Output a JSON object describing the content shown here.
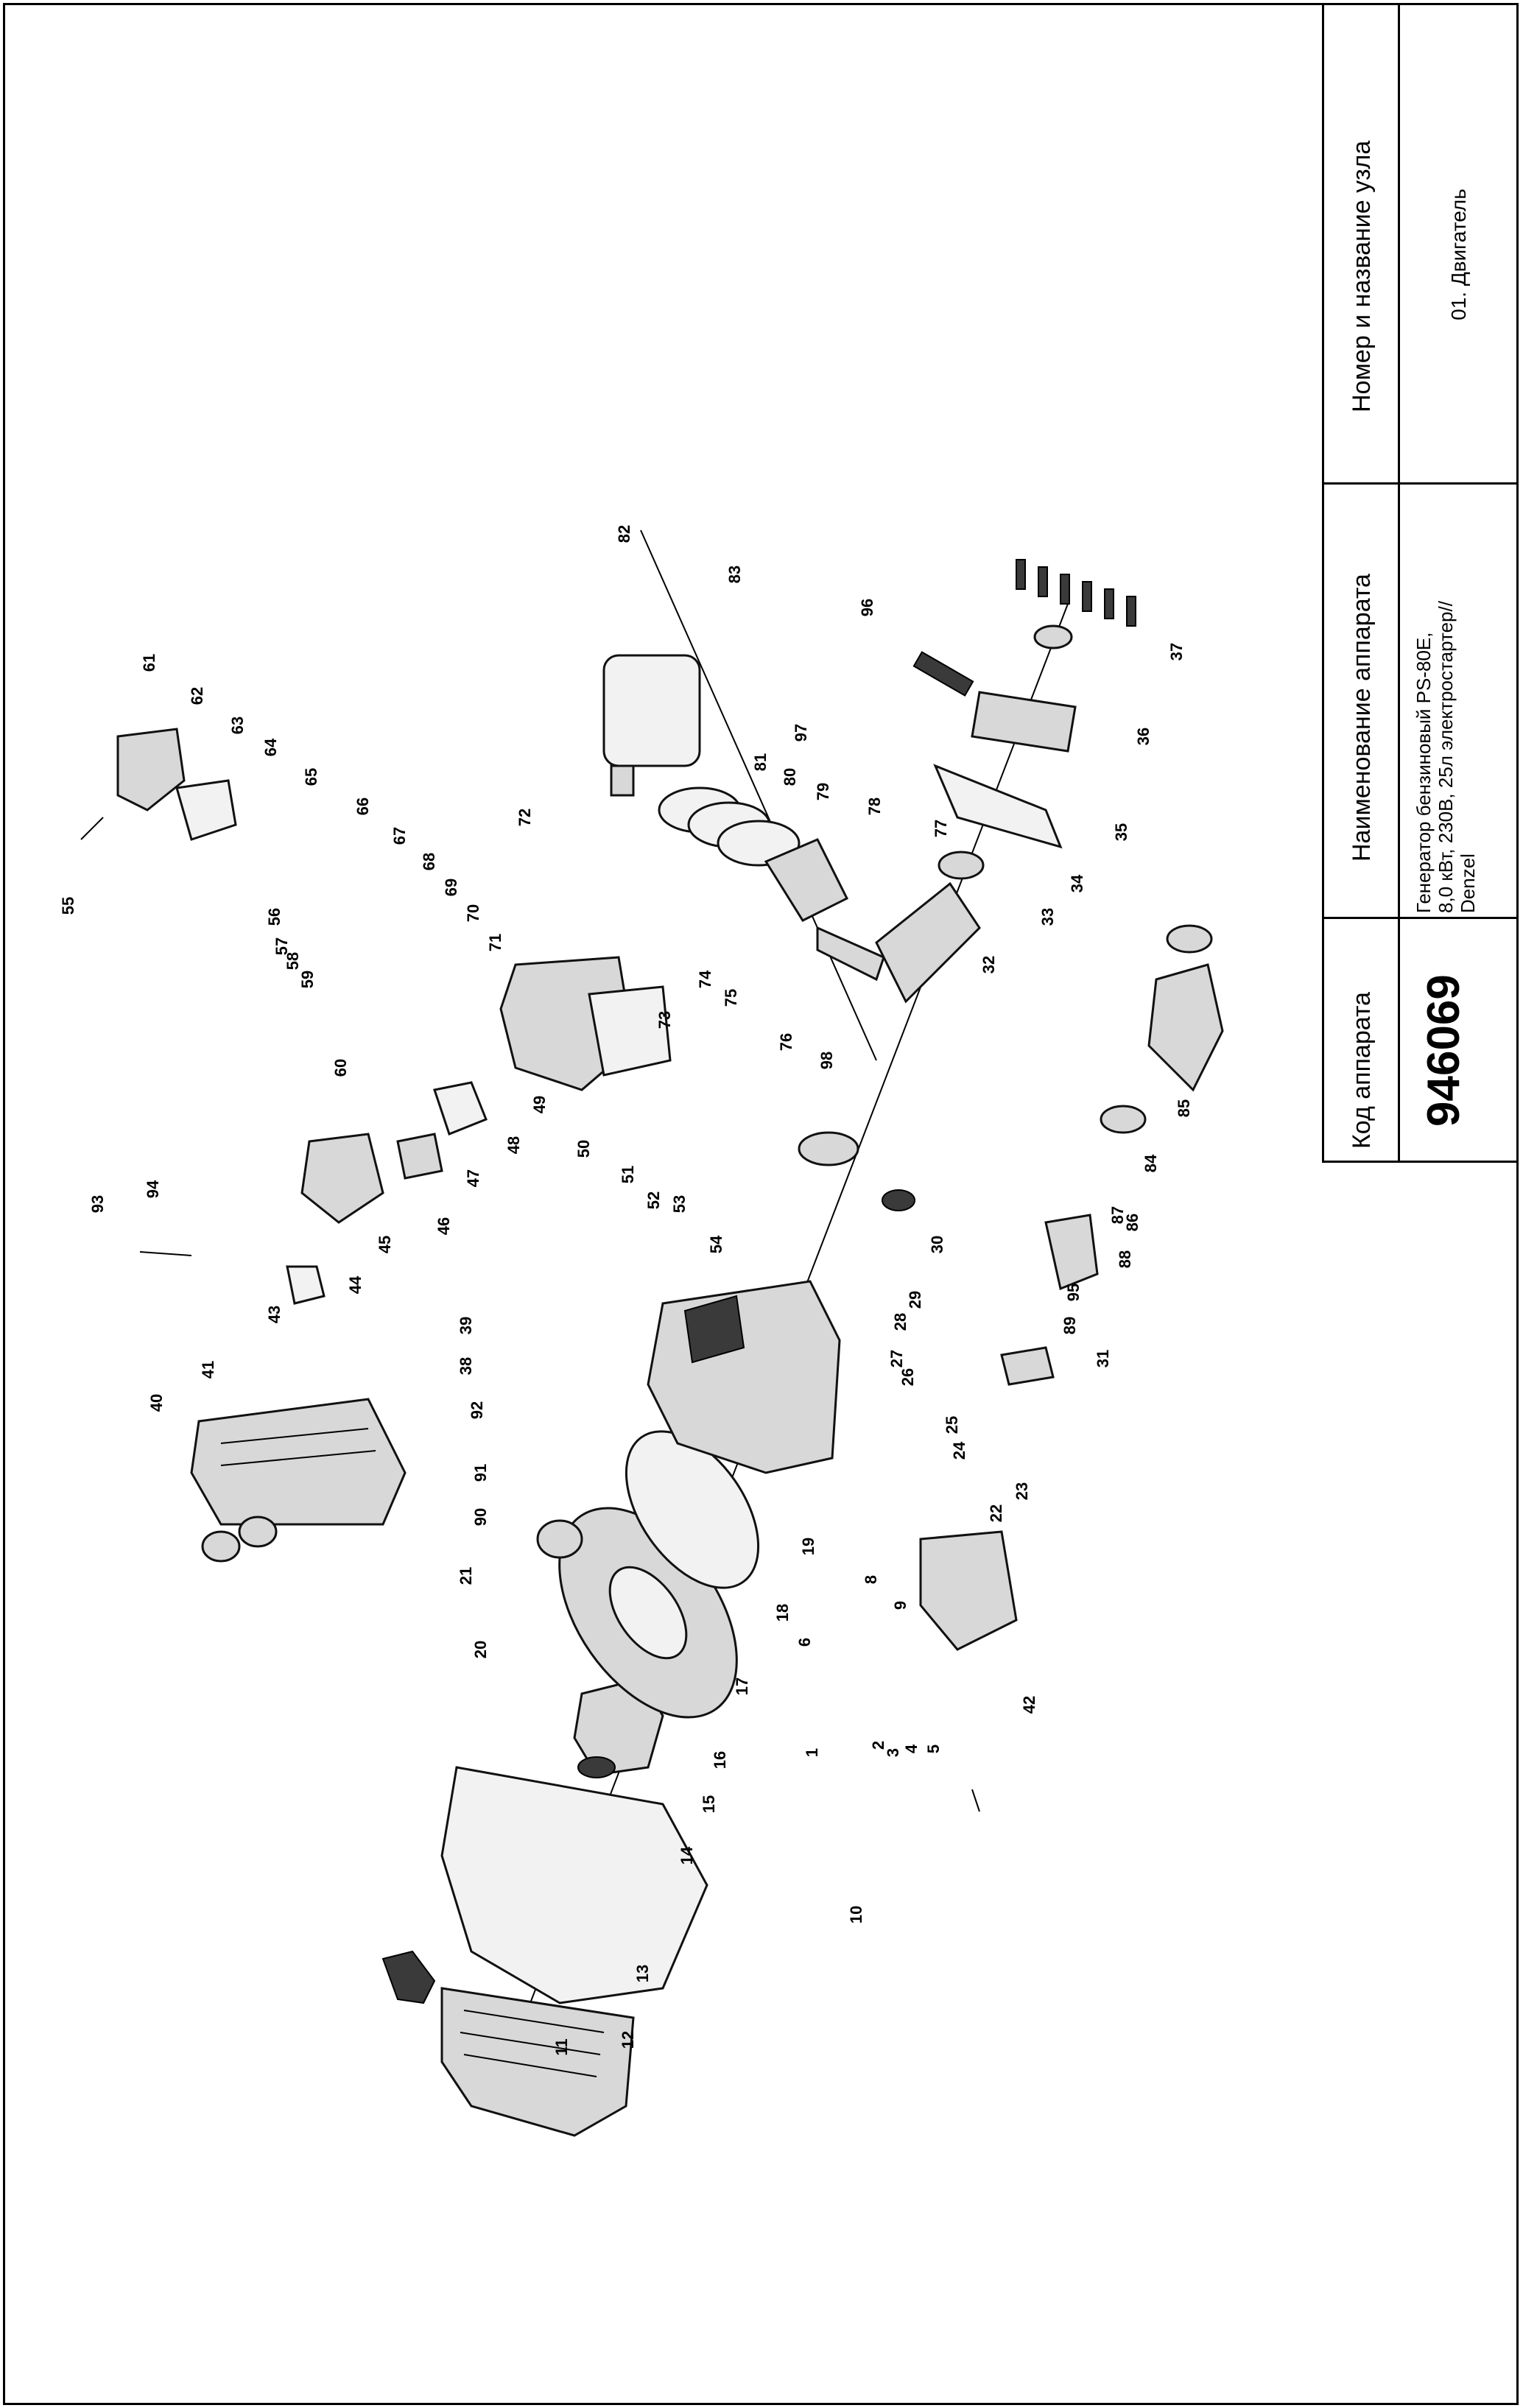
{
  "title_block": {
    "code_header": "Код аппарата",
    "code_value": "946069",
    "device_header": "Наименование аппарата",
    "device_name_lines": [
      "Генератор бензиновый PS-80E,",
      "8,0 кВт, 230В, 25л электростартер//",
      "Denzel"
    ],
    "unit_header": "Номер и название узла",
    "unit_value": "01. Двигатель"
  },
  "callouts": [
    "1",
    "2",
    "3",
    "4",
    "5",
    "6",
    "8",
    "9",
    "10",
    "11",
    "12",
    "13",
    "14",
    "15",
    "16",
    "17",
    "18",
    "19",
    "20",
    "21",
    "22",
    "23",
    "24",
    "25",
    "26",
    "27",
    "28",
    "29",
    "30",
    "31",
    "32",
    "33",
    "34",
    "35",
    "36",
    "37",
    "38",
    "39",
    "40",
    "41",
    "42",
    "43",
    "44",
    "45",
    "46",
    "47",
    "48",
    "49",
    "50",
    "51",
    "52",
    "53",
    "54",
    "55",
    "56",
    "57",
    "58",
    "59",
    "60",
    "61",
    "62",
    "63",
    "64",
    "65",
    "66",
    "67",
    "68",
    "69",
    "70",
    "71",
    "72",
    "73",
    "74",
    "75",
    "76",
    "77",
    "78",
    "79",
    "80",
    "81",
    "82",
    "83",
    "84",
    "85",
    "86",
    "87",
    "88",
    "89",
    "90",
    "91",
    "92",
    "93",
    "94",
    "95",
    "96",
    "97",
    "98"
  ],
  "icons": {
    "parts": "engine-exploded-view-drawing"
  }
}
